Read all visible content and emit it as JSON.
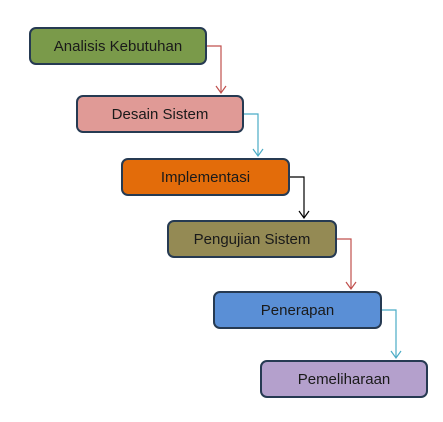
{
  "diagram": {
    "stages": [
      {
        "id": "analisis",
        "label": "Analisis Kebutuhan",
        "color": "#7a9a4a"
      },
      {
        "id": "desain",
        "label": "Desain Sistem",
        "color": "#e09a96"
      },
      {
        "id": "implementasi",
        "label": "Implementasi",
        "color": "#e36c0a"
      },
      {
        "id": "pengujian",
        "label": "Pengujian Sistem",
        "color": "#948a54"
      },
      {
        "id": "penerapan",
        "label": "Penerapan",
        "color": "#5a8fd6"
      },
      {
        "id": "pemeliharaan",
        "label": "Pemeliharaan",
        "color": "#b4a0cc"
      }
    ],
    "connectors": [
      {
        "from": "analisis",
        "to": "desain",
        "color": "#c0504d"
      },
      {
        "from": "desain",
        "to": "implementasi",
        "color": "#4bacc6"
      },
      {
        "from": "implementasi",
        "to": "pengujian",
        "color": "#000000"
      },
      {
        "from": "pengujian",
        "to": "penerapan",
        "color": "#c0504d"
      },
      {
        "from": "penerapan",
        "to": "pemeliharaan",
        "color": "#4bacc6"
      }
    ],
    "border_color": "#263a52"
  }
}
